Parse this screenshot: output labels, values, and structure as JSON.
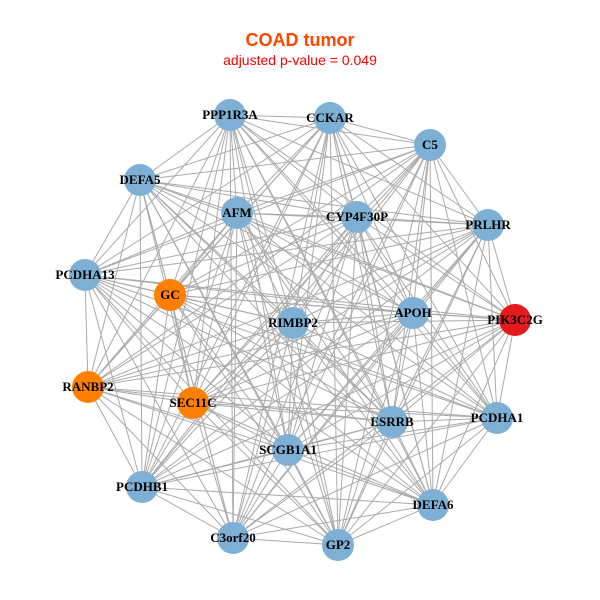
{
  "title": "COAD tumor",
  "subtitle": "adjusted p-value = 0.049",
  "colors": {
    "default": "#7eb0d5",
    "orange": "#ff7f00",
    "red": "#e41a1c",
    "edge": "#aaaaaa"
  },
  "nodes": [
    {
      "label": "PPP1R3A",
      "color": "default"
    },
    {
      "label": "CCKAR",
      "color": "default"
    },
    {
      "label": "C5",
      "color": "default"
    },
    {
      "label": "DEFA5",
      "color": "default"
    },
    {
      "label": "AFM",
      "color": "default"
    },
    {
      "label": "CYP4F30P",
      "color": "default"
    },
    {
      "label": "PRLHR",
      "color": "default"
    },
    {
      "label": "PCDHA13",
      "color": "default"
    },
    {
      "label": "GC",
      "color": "orange"
    },
    {
      "label": "RIMBP2",
      "color": "default"
    },
    {
      "label": "APOH",
      "color": "default"
    },
    {
      "label": "PIK3C2G",
      "color": "red"
    },
    {
      "label": "RANBP2",
      "color": "orange"
    },
    {
      "label": "SEC11C",
      "color": "orange"
    },
    {
      "label": "ESRRB",
      "color": "default"
    },
    {
      "label": "PCDHA1",
      "color": "default"
    },
    {
      "label": "SCGB1A1",
      "color": "default"
    },
    {
      "label": "PCDHB1",
      "color": "default"
    },
    {
      "label": "DEFA6",
      "color": "default"
    },
    {
      "label": "C3orf20",
      "color": "default"
    },
    {
      "label": "GP2",
      "color": "default"
    }
  ]
}
